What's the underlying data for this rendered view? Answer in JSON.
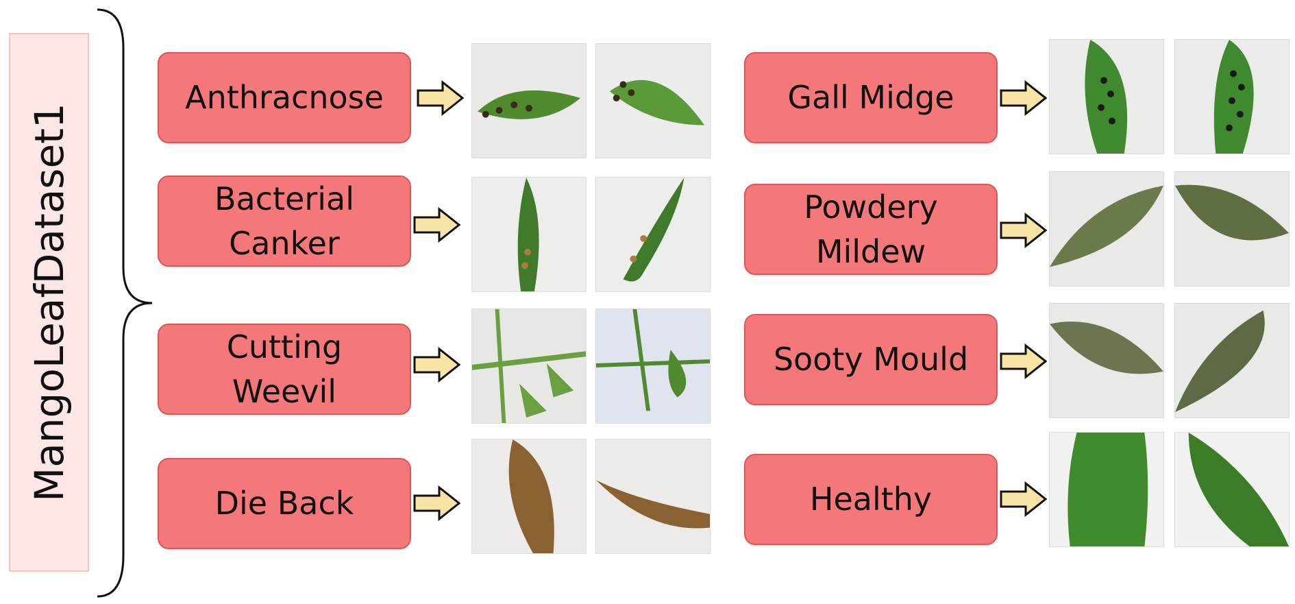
{
  "dataset": {
    "name": "MangoLeafDataset1"
  },
  "classes": [
    {
      "id": "anthracnose",
      "label": "Anthracnose"
    },
    {
      "id": "bacterial-canker",
      "label": "Bacterial Canker"
    },
    {
      "id": "cutting-weevil",
      "label": "Cutting Weevil"
    },
    {
      "id": "die-back",
      "label": "Die Back"
    },
    {
      "id": "gall-midge",
      "label": "Gall Midge"
    },
    {
      "id": "powdery-mildew",
      "label": "Powdery Mildew"
    },
    {
      "id": "sooty-mould",
      "label": "Sooty Mould"
    },
    {
      "id": "healthy",
      "label": "Healthy"
    }
  ],
  "colors": {
    "class_box_fill": "#f4787a",
    "class_box_border": "#d8585a",
    "dataset_box_fill": "#fde6e6",
    "arrow_fill": "#f8e4a4",
    "leaf_green": "#4f8a2e",
    "leaf_dry": "#8a6232"
  }
}
